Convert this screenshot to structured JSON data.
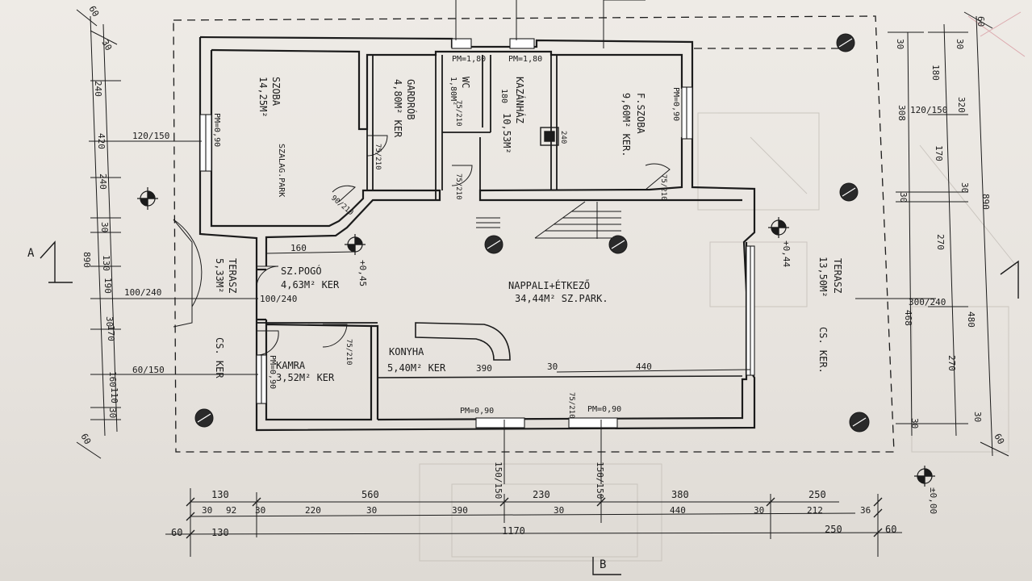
{
  "colors": {
    "ink": "#1b1b1b",
    "paper": "#ebe8e3",
    "ghost": "#b9b4ae",
    "red": "#d9a3a8"
  },
  "rooms": {
    "szoba": {
      "name": "SZOBA",
      "area": "14,25M²",
      "floor": "SZALAG.PARK"
    },
    "gardrob": {
      "name": "GARDRÓB",
      "area": "4,80M² KER"
    },
    "wc": {
      "name": "WC",
      "area": "1,80M²",
      "dim": "75"
    },
    "kazanhaz": {
      "name": "KAZÁNHÁZ",
      "area": "10,53M²"
    },
    "fszoba": {
      "name": "F.SZOBA",
      "area": "9,60M² KER."
    },
    "szpogo": {
      "name": "SZ.POGÓ",
      "area": "4,63M² KER"
    },
    "nappali": {
      "name": "NAPPALI+ÉTKEZŐ",
      "area": "34,44M² SZ.PARK."
    },
    "terasz_left": {
      "name": "TERASZ",
      "area": "5,33M²",
      "floor": "CS. KER"
    },
    "terasz_right": {
      "name": "TERASZ",
      "area": "13,50M²",
      "floor": "CS. KER."
    },
    "kamra": {
      "name": "KAMRA",
      "area": "3,52M² KER"
    },
    "konyha": {
      "name": "KONYHA",
      "area": "5,40M² KER"
    }
  },
  "windows": {
    "pm_180_a": "PM=1,80",
    "pm_180_b": "PM=1,80",
    "pm_090_szoba": "PM=0,90",
    "pm_090_fszoba": "PM=0,90",
    "pm_090_kamra": "PM=0,90",
    "pm_090_konyha": "PM=0,90",
    "pm_090_nappali": "PM=0,90",
    "wc_sill": "180"
  },
  "levels": {
    "left": "+0,45",
    "right": "+0,44",
    "ground": "±0,00"
  },
  "section_marks": {
    "a": "A",
    "b": "B"
  },
  "dims": {
    "bottom_row1": [
      "130",
      "560",
      "230",
      "380",
      "250"
    ],
    "bottom_row2": [
      "30",
      "92",
      "30",
      "220",
      "30",
      "390",
      "30",
      "440",
      "30",
      "212",
      "36"
    ],
    "bottom_row3": [
      "60",
      "130",
      "1170",
      "250",
      "60"
    ],
    "left_col1": [
      "60",
      "30",
      "240",
      "420",
      "240",
      "30",
      "130",
      "190",
      "30",
      "170",
      "160",
      "30",
      "110",
      "60"
    ],
    "left_col2": [
      "890"
    ],
    "left_openings": [
      "120/150",
      "100/240",
      "60/150"
    ],
    "right_col1": [
      "60",
      "30",
      "180",
      "320",
      "170",
      "30",
      "270",
      "480",
      "270",
      "30",
      "60"
    ],
    "right_col2": [
      "890"
    ],
    "right_col3": [
      "30",
      "308",
      "30",
      "468",
      "30"
    ],
    "right_openings": [
      "120/150",
      "300/240"
    ],
    "interior": [
      "160",
      "100/240",
      "30",
      "440",
      "390",
      "75/210",
      "75/210",
      "75/210",
      "75/210",
      "75/210",
      "75/210",
      "90/210",
      "240"
    ],
    "below": [
      "150/150",
      "150/150"
    ]
  }
}
